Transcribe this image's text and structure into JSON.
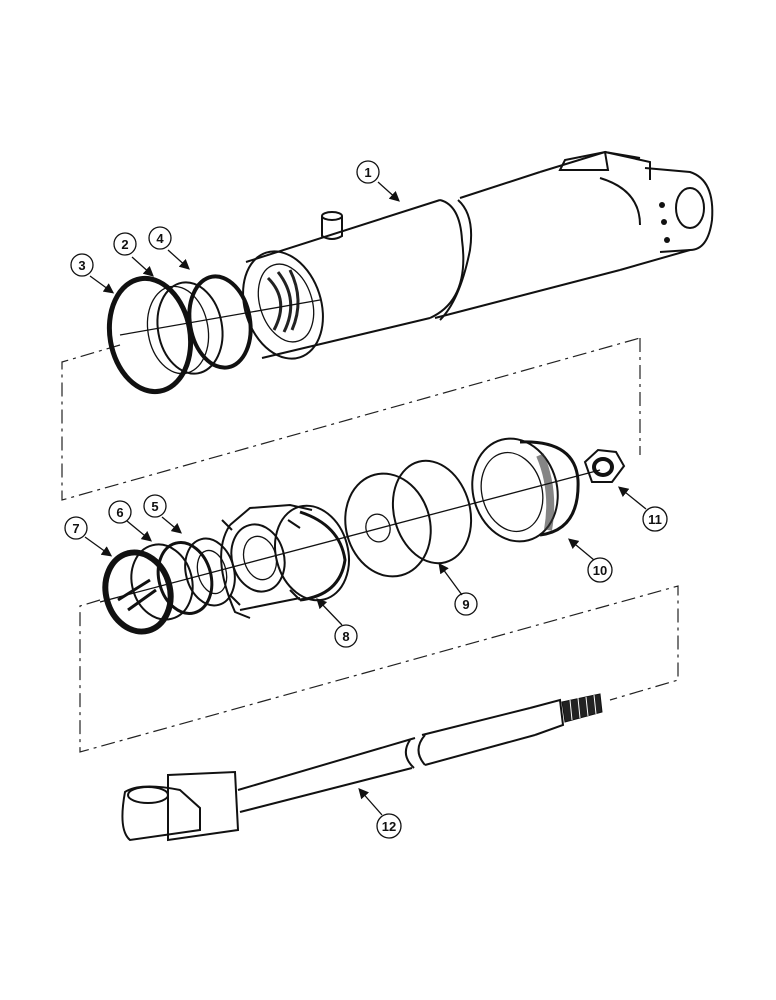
{
  "callouts": {
    "c1": "1",
    "c2": "2",
    "c3": "3",
    "c4": "4",
    "c5": "5",
    "c6": "6",
    "c7": "7",
    "c8": "8",
    "c9": "9",
    "c10": "10",
    "c11": "11",
    "c12": "12"
  },
  "parts": [
    {
      "callout": "1",
      "icon": "cylinder-barrel-icon"
    },
    {
      "callout": "2",
      "icon": "gland-ring-icon"
    },
    {
      "callout": "3",
      "icon": "retaining-ring-icon"
    },
    {
      "callout": "4",
      "icon": "o-ring-icon"
    },
    {
      "callout": "5",
      "icon": "backup-ring-icon"
    },
    {
      "callout": "6",
      "icon": "o-ring-icon"
    },
    {
      "callout": "7",
      "icon": "wiper-seal-icon"
    },
    {
      "callout": "8",
      "icon": "gland-icon"
    },
    {
      "callout": "9",
      "icon": "piston-seal-icon"
    },
    {
      "callout": "10",
      "icon": "piston-icon"
    },
    {
      "callout": "11",
      "icon": "lock-nut-icon"
    },
    {
      "callout": "12",
      "icon": "piston-rod-icon"
    }
  ],
  "colors": {
    "ink": "#111111",
    "background": "#ffffff"
  }
}
